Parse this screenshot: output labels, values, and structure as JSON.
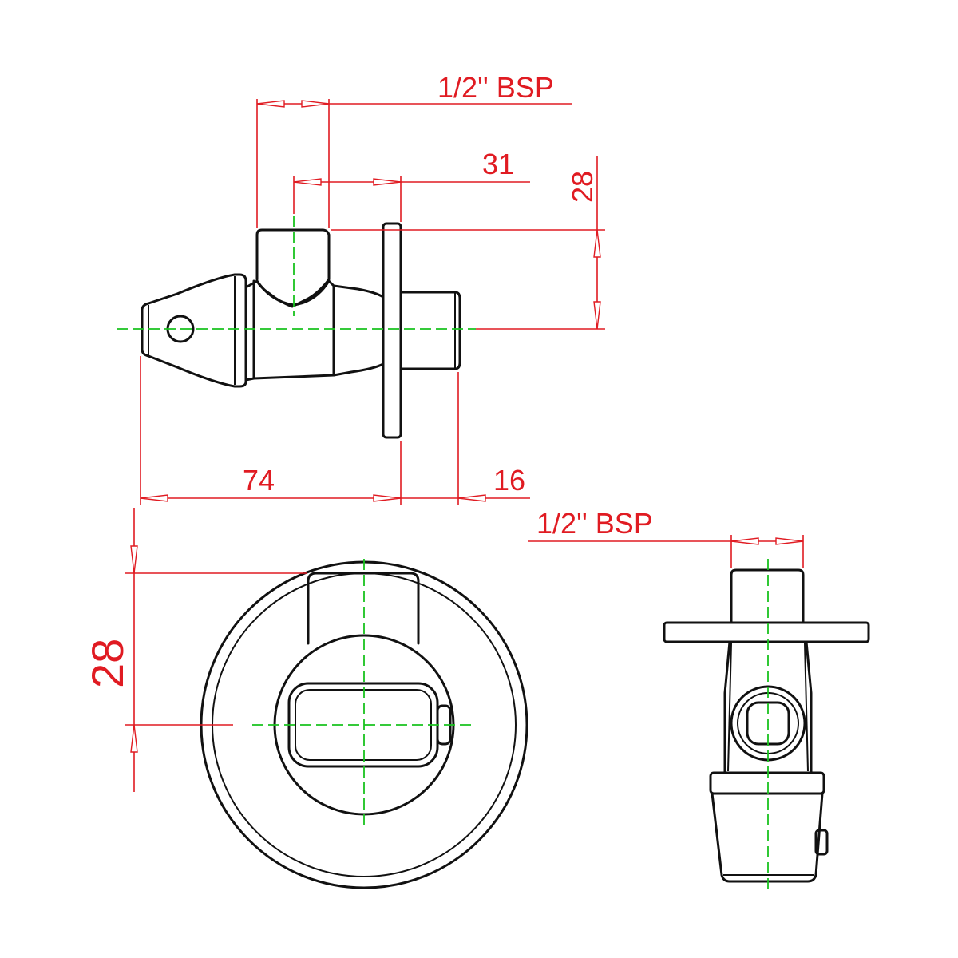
{
  "dimensions": {
    "side_thread": "1/2'' BSP",
    "side_offset": "31",
    "side_height": "28",
    "length_body": "74",
    "length_spigot": "16",
    "front_height": "28",
    "end_thread": "1/2'' BSP"
  },
  "colors": {
    "outline": "#111111",
    "dimension": "#e01b22",
    "centerline": "#19c21f"
  }
}
